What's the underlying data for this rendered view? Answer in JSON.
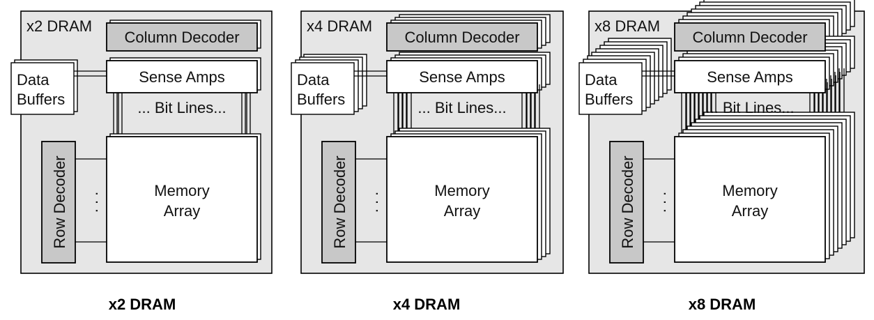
{
  "colors": {
    "panel_fill": "#e6e6e6",
    "decoder_fill": "#c8c8c8",
    "box_fill": "#ffffff",
    "stroke": "#000000"
  },
  "panels": [
    {
      "title": "x2 DRAM",
      "caption": "x2 DRAM",
      "layers": 2,
      "labels": {
        "column_decoder": "Column Decoder",
        "sense_amps": "Sense Amps",
        "bit_lines": "... Bit Lines...",
        "data_buffers_line1": "Data",
        "data_buffers_line2": "Buffers",
        "row_decoder": "Row Decoder",
        "row_dots": ". . .",
        "memory_array_line1": "Memory",
        "memory_array_line2": "Array"
      }
    },
    {
      "title": "x4 DRAM",
      "caption": "x4 DRAM",
      "layers": 4,
      "labels": {
        "column_decoder": "Column Decoder",
        "sense_amps": "Sense Amps",
        "bit_lines": "... Bit Lines...",
        "data_buffers_line1": "Data",
        "data_buffers_line2": "Buffers",
        "row_decoder": "Row Decoder",
        "row_dots": ". . .",
        "memory_array_line1": "Memory",
        "memory_array_line2": "Array"
      }
    },
    {
      "title": "x8 DRAM",
      "caption": "x8 DRAM",
      "layers": 8,
      "labels": {
        "column_decoder": "Column Decoder",
        "sense_amps": "Sense Amps",
        "bit_lines": "... Bit Lines...",
        "data_buffers_line1": "Data",
        "data_buffers_line2": "Buffers",
        "row_decoder": "Row Decoder",
        "row_dots": ". . .",
        "memory_array_line1": "Memory",
        "memory_array_line2": "Array"
      }
    }
  ]
}
